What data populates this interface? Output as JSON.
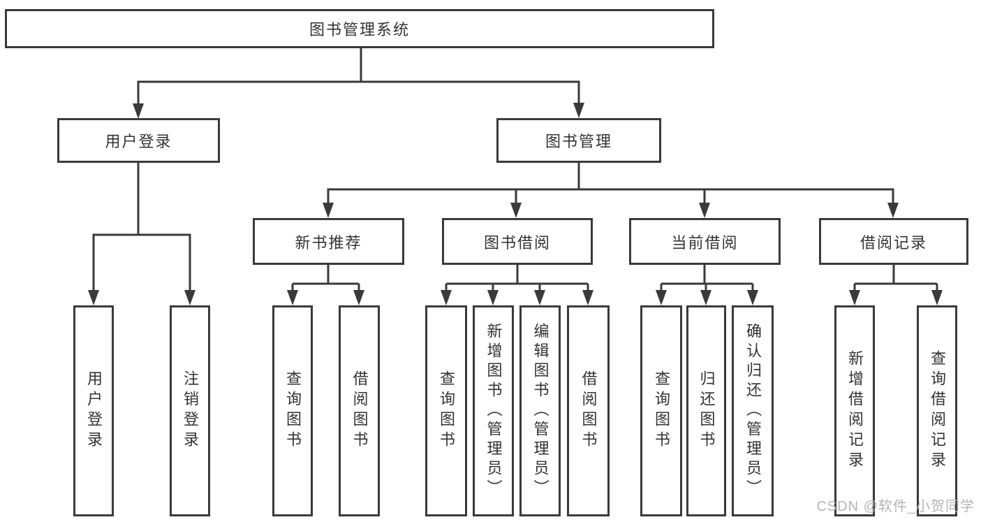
{
  "diagram": {
    "title": "图书管理系统",
    "root": {
      "label": "图书管理系统"
    },
    "level2": [
      {
        "id": "user-login",
        "label": "用户登录"
      },
      {
        "id": "book-management",
        "label": "图书管理"
      }
    ],
    "level3": [
      {
        "id": "new-book-recommendation",
        "label": "新书推荐",
        "parent": "图书管理"
      },
      {
        "id": "book-borrowing",
        "label": "图书借阅",
        "parent": "图书管理"
      },
      {
        "id": "current-borrowing",
        "label": "当前借阅",
        "parent": "图书管理"
      },
      {
        "id": "borrowing-records",
        "label": "借阅记录",
        "parent": "图书管理"
      }
    ],
    "leaves": [
      {
        "label": "用户登录",
        "parent": "用户登录"
      },
      {
        "label": "注销登录",
        "parent": "用户登录"
      },
      {
        "label": "查询图书",
        "parent": "新书推荐"
      },
      {
        "label": "借阅图书",
        "parent": "新书推荐"
      },
      {
        "label": "查询图书",
        "parent": "图书借阅"
      },
      {
        "label": "新增图书（管理员）",
        "parent": "图书借阅"
      },
      {
        "label": "编辑图书（管理员）",
        "parent": "图书借阅"
      },
      {
        "label": "借阅图书",
        "parent": "图书借阅"
      },
      {
        "label": "查询图书",
        "parent": "当前借阅"
      },
      {
        "label": "归还图书",
        "parent": "当前借阅"
      },
      {
        "label": "确认归还（管理员）",
        "parent": "当前借阅"
      },
      {
        "label": "新增借阅记录",
        "parent": "借阅记录"
      },
      {
        "label": "查询借阅记录",
        "parent": "借阅记录"
      }
    ],
    "watermark": "CSDN @软件_小贺同学",
    "colors": {
      "line": "#3a3a3a",
      "box_border": "#3a3a3a",
      "box_fill": "#ffffff",
      "text": "#333333",
      "watermark": "#b5b5b5"
    }
  }
}
